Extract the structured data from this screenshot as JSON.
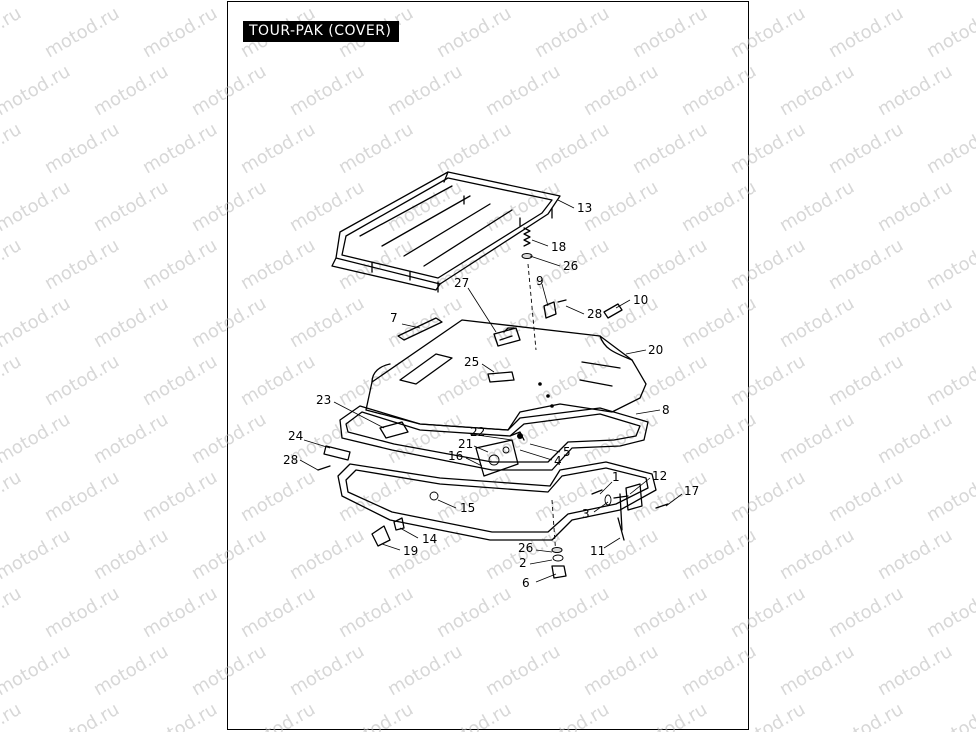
{
  "title": "TOUR-PAK (COVER)",
  "watermark": "motod.ru",
  "callouts": {
    "c1": "1",
    "c2": "2",
    "c3": "3",
    "c4": "4",
    "c5": "5",
    "c6": "6",
    "c7": "7",
    "c8": "8",
    "c9": "9",
    "c10": "10",
    "c11": "11",
    "c12": "12",
    "c13": "13",
    "c14": "14",
    "c15": "15",
    "c16": "16",
    "c17": "17",
    "c18": "18",
    "c19": "19",
    "c20": "20",
    "c21": "21",
    "c22": "22",
    "c23": "23",
    "c24": "24",
    "c25": "25",
    "c26a": "26",
    "c26b": "26",
    "c27": "27",
    "c28a": "28",
    "c28b": "28"
  }
}
